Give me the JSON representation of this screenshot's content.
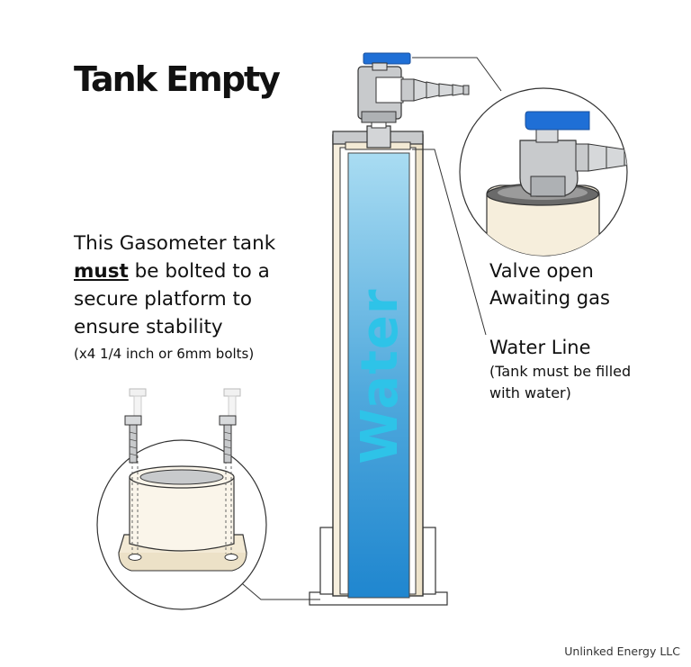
{
  "title": "Tank Empty",
  "note": {
    "line1": "This Gasometer tank",
    "emphasis": "must",
    "line2_rest": " be bolted to a",
    "line3": "secure platform to",
    "line4": "ensure stability",
    "bolts": "(x4 1/4 inch or 6mm bolts)"
  },
  "valve": {
    "line1": "Valve open",
    "line2": "Awaiting gas"
  },
  "water_line": {
    "title": "Water Line",
    "note_line1": "(Tank must be filled",
    "note_line2": "with water)"
  },
  "tank_label": "Water",
  "credit": "Unlinked Energy LLC",
  "colors": {
    "water_top": "#a9dcf2",
    "water_bottom": "#1f86cf",
    "tank_cream": "#f8f1e2",
    "valve_blue": "#1f6fd6",
    "valve_grey": "#c7c9cc",
    "outline": "#333333"
  }
}
